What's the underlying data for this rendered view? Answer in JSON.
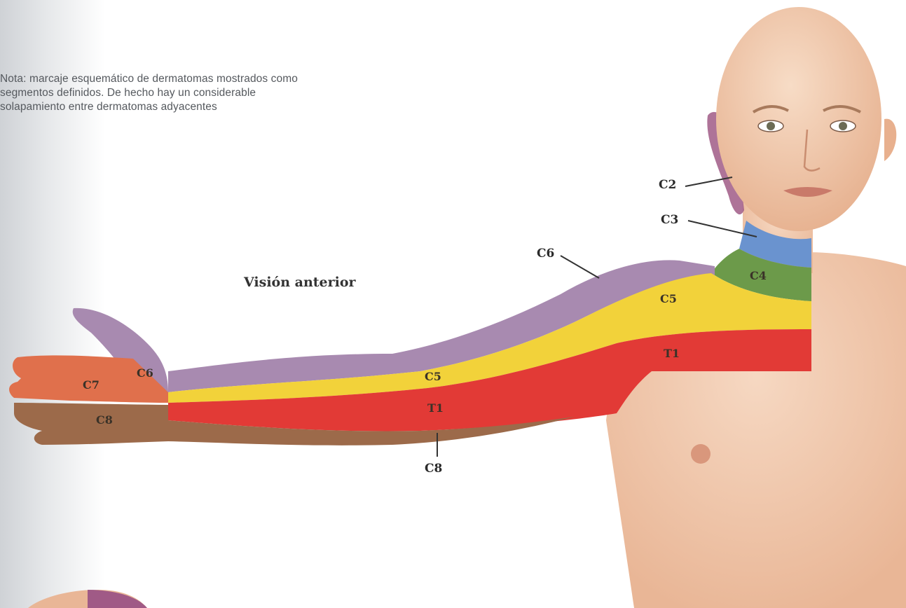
{
  "note_lines": [
    "Nota: marcaje esquemático de dermatomas mostrados como",
    "segmentos definidos. De hecho hay un considerable",
    "solapamiento entre dermatomas adyacentes"
  ],
  "view_title": "Visión anterior",
  "dermatome_labels": {
    "c2": "C2",
    "c3": "C3",
    "c4": "C4",
    "c5_shoulder": "C5",
    "c5_forearm": "C5",
    "c6_shoulder": "C6",
    "c6_hand": "C6",
    "c7_hand": "C7",
    "c8_hand": "C8",
    "c8_forearm": "C8",
    "t1_arm": "T1",
    "t1_forearm": "T1"
  },
  "colors": {
    "c2": "#a05a86",
    "c3": "#6a93cf",
    "c4": "#6c9a4a",
    "c5": "#f2d23a",
    "c6": "#a88ab0",
    "c7": "#e0704c",
    "c8": "#9c6a4a",
    "t1": "#e23a36",
    "skin": "#f0c8ac"
  }
}
